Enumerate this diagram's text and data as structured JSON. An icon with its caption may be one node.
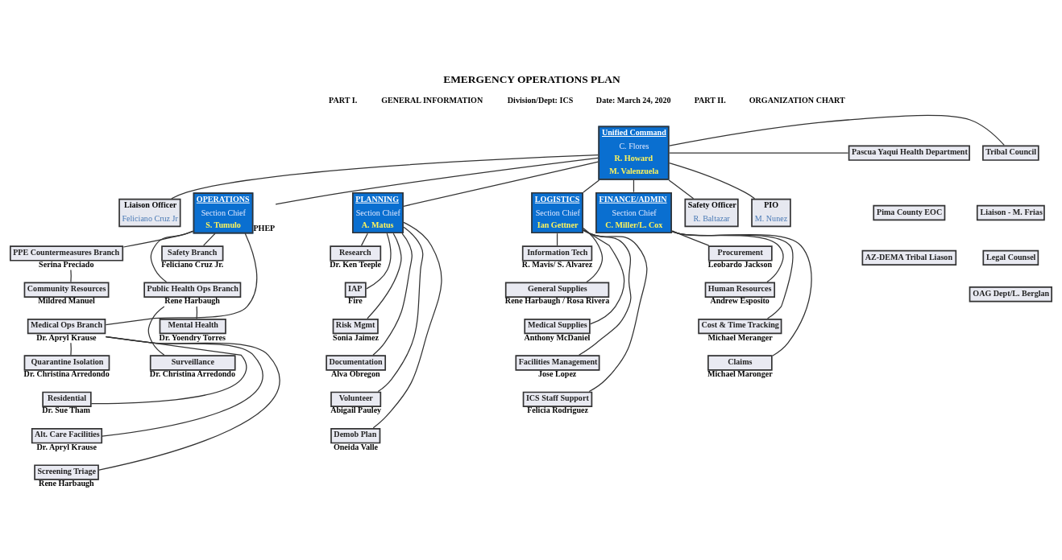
{
  "diagram": {
    "title": "EMERGENCY OPERATIONS PLAN",
    "nodes": [
      {
        "text": [
          "Unified Command",
          "C. Flores",
          "R. Howard",
          "M. Valenzuela"
        ]
      },
      {
        "text": [
          "Tribal Council"
        ]
      },
      {
        "text": [
          "Liaison - M. Frias"
        ]
      },
      {
        "text": [
          "Legal Counsel"
        ]
      },
      {
        "text": [
          "OAG Dept/L. Berglan"
        ]
      },
      {
        "text": [
          "Pascua Yaqui Health Department"
        ]
      },
      {
        "text": [
          "Pima County EOC"
        ]
      },
      {
        "text": [
          "AZ-DEMA Tribal Liason"
        ]
      },
      {
        "text": [
          "Safety Officer",
          "R. Baltazar"
        ]
      },
      {
        "text": [
          "PIO",
          "M. Nunez"
        ]
      },
      {
        "text": [
          "Liaison Officer",
          "Feliciano Cruz Jr"
        ]
      },
      {
        "text": [
          "OPERATIONS",
          "Section Chief",
          "S. Tumulo"
        ],
        "beside": [
          "PHEP"
        ]
      },
      {
        "text": [
          "PLANNING",
          "Section Chief",
          "A. Matus"
        ]
      },
      {
        "text": [
          "LOGISTICS",
          "Section Chief",
          "Ian Gettner"
        ]
      },
      {
        "text": [
          "FINANCE/ADMIN",
          "Section Chief",
          "C. Miller/L. Cox"
        ]
      },
      {
        "text": [
          "Safety Branch"
        ],
        "beside": [
          "Feliciano Cruz Jr."
        ]
      },
      {
        "text": [
          "Public Health Ops Branch"
        ],
        "beside": [
          "Rene Harbaugh"
        ]
      },
      {
        "text": [
          "Mental Health"
        ],
        "beside": [
          "Dr. Yoendry Torres"
        ]
      },
      {
        "text": [
          "Surveillance"
        ],
        "beside": [
          "Dr. Christina Arredondo"
        ]
      },
      {
        "text": [
          "PPE Countermeasures Branch"
        ],
        "beside": [
          "Serina Preciado"
        ]
      },
      {
        "text": [
          "Community Resources"
        ],
        "beside": [
          "Mildred Manuel"
        ]
      },
      {
        "text": [
          "Medical Ops Branch"
        ],
        "beside": [
          "Dr. Apryl Krause"
        ]
      },
      {
        "text": [
          "Quarantine Isolation"
        ],
        "beside": [
          "Dr. Christina Arredondo"
        ]
      },
      {
        "text": [
          "Residential"
        ],
        "beside": [
          "Dr. Sue Tham"
        ]
      },
      {
        "text": [
          "Alt. Care Facilities"
        ],
        "beside": [
          "Dr. Apryl Krause"
        ]
      },
      {
        "text": [
          "Screening Triage"
        ],
        "beside": [
          "Rene Harbaugh"
        ]
      },
      {
        "text": [
          "Research"
        ],
        "beside": [
          "Dr. Ken Teeple"
        ]
      },
      {
        "text": [
          "IAP"
        ],
        "beside": [
          "Fire"
        ]
      },
      {
        "text": [
          "Risk Mgmt"
        ],
        "beside": [
          "Sonia Jaimez"
        ]
      },
      {
        "text": [
          "Documentation"
        ],
        "beside": [
          "Alva Obregon"
        ]
      },
      {
        "text": [
          "Volunteer"
        ],
        "beside": [
          "Abigail Pauley"
        ]
      },
      {
        "text": [
          "Demob Plan"
        ],
        "beside": [
          "Oneida Valle"
        ]
      },
      {
        "text": [
          "Information Tech"
        ],
        "beside": [
          "R. Mavis/ S. Alvarez"
        ]
      },
      {
        "text": [
          "General Supplies"
        ],
        "beside": [
          "Rene Harbaugh / Rosa Rivera"
        ]
      },
      {
        "text": [
          "Medical Supplies"
        ],
        "beside": [
          "Anthony McDaniel"
        ]
      },
      {
        "text": [
          "Facilities Management"
        ],
        "beside": [
          "Jose Lopez"
        ]
      },
      {
        "text": [
          "ICS Staff Support"
        ],
        "beside": [
          "Felicia Rodriguez"
        ]
      },
      {
        "text": [
          "Procurement"
        ],
        "beside": [
          "Leobardo Jackson"
        ]
      },
      {
        "text": [
          "Human Resources"
        ],
        "beside": [
          "Andrew Esposito"
        ]
      },
      {
        "text": [
          "Cost & Time Tracking"
        ],
        "beside": [
          "Michael Meranger"
        ]
      },
      {
        "text": [
          "Claims"
        ],
        "beside": [
          "Michael Maronger"
        ]
      }
    ],
    "edges": [
      {
        "from": 0,
        "to": 1,
        "arrow": "none"
      },
      {
        "from": 0,
        "to": 5,
        "arrow": "none"
      },
      {
        "from": 0,
        "to": 8,
        "arrow": "none"
      },
      {
        "from": 0,
        "to": 9,
        "arrow": "none"
      },
      {
        "from": 0,
        "to": 10,
        "arrow": "none"
      },
      {
        "from": 0,
        "to": 11,
        "arrow": "none"
      },
      {
        "from": 0,
        "to": 12,
        "arrow": "none"
      },
      {
        "from": 0,
        "to": 13,
        "arrow": "none"
      },
      {
        "from": 0,
        "to": 14,
        "arrow": "none"
      },
      {
        "from": 11,
        "to": 15,
        "arrow": "none"
      },
      {
        "from": 11,
        "to": 16,
        "arrow": "none"
      },
      {
        "from": 16,
        "to": 17,
        "arrow": "none"
      },
      {
        "from": 16,
        "to": 18,
        "arrow": "none"
      },
      {
        "from": 11,
        "to": 19,
        "arrow": "none"
      },
      {
        "from": 19,
        "to": 20,
        "arrow": "none"
      },
      {
        "from": 11,
        "to": 21,
        "arrow": "none"
      },
      {
        "from": 21,
        "to": 22,
        "arrow": "none"
      },
      {
        "from": 21,
        "to": 23,
        "arrow": "none"
      },
      {
        "from": 21,
        "to": 24,
        "arrow": "none"
      },
      {
        "from": 21,
        "to": 25,
        "arrow": "none"
      },
      {
        "from": 12,
        "to": 26,
        "arrow": "none"
      },
      {
        "from": 12,
        "to": 27,
        "arrow": "none"
      },
      {
        "from": 12,
        "to": 28,
        "arrow": "none"
      },
      {
        "from": 12,
        "to": 29,
        "arrow": "none"
      },
      {
        "from": 12,
        "to": 30,
        "arrow": "none"
      },
      {
        "from": 12,
        "to": 31,
        "arrow": "none"
      },
      {
        "from": 13,
        "to": 32,
        "arrow": "none"
      },
      {
        "from": 13,
        "to": 33,
        "arrow": "none"
      },
      {
        "from": 13,
        "to": 34,
        "arrow": "none"
      },
      {
        "from": 13,
        "to": 35,
        "arrow": "none"
      },
      {
        "from": 13,
        "to": 36,
        "arrow": "none"
      },
      {
        "from": 14,
        "to": 37,
        "arrow": "none"
      },
      {
        "from": 14,
        "to": 38,
        "arrow": "none"
      },
      {
        "from": 14,
        "to": 39,
        "arrow": "none"
      },
      {
        "from": 14,
        "to": 40,
        "arrow": "none"
      }
    ],
    "labels": [
      "PART I.",
      "GENERAL INFORMATION",
      "Division/Dept: ICS",
      "Date: March 24, 2020",
      "PART II.",
      "ORGANIZATION CHART"
    ]
  }
}
